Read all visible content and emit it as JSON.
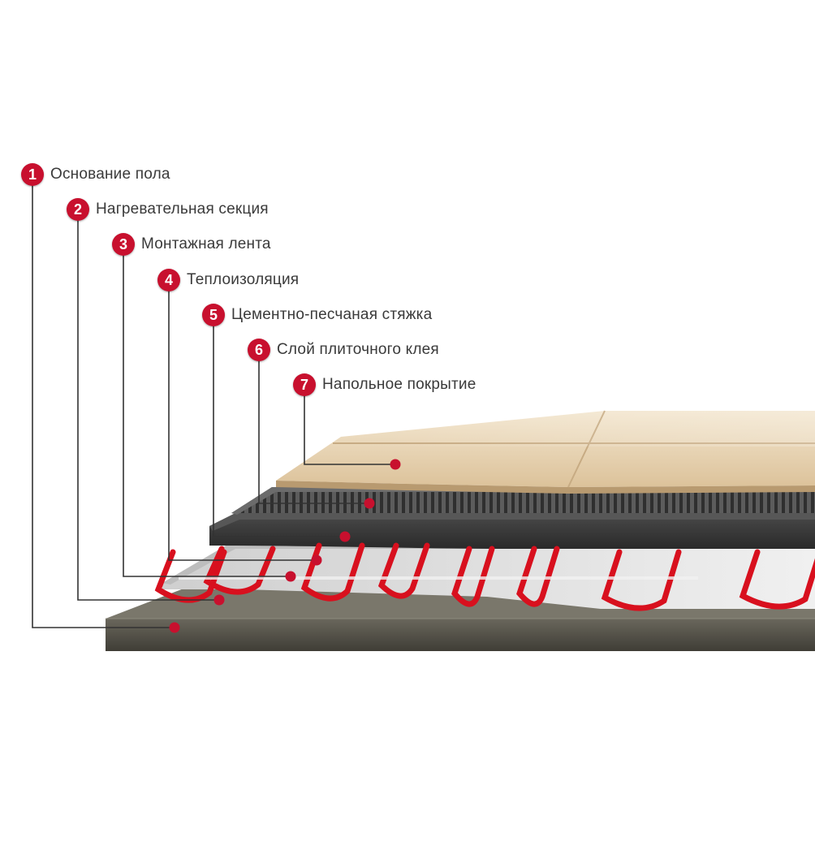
{
  "colors": {
    "accent": "#c8102e",
    "label_text": "#3a3a3a",
    "leader_line": "#333333",
    "tile": "#e2caa2",
    "adhesive": "#555555",
    "screed": "#3c3c3c",
    "insulation": "#d9d9d9",
    "cable": "#d8101e",
    "base": "#4f4d44"
  },
  "layers": [
    {
      "number": "1",
      "label": "Основание пола"
    },
    {
      "number": "2",
      "label": "Нагревательная секция"
    },
    {
      "number": "3",
      "label": "Монтажная лента"
    },
    {
      "number": "4",
      "label": "Теплоизоляция"
    },
    {
      "number": "5",
      "label": "Цементно-песчаная стяжка"
    },
    {
      "number": "6",
      "label": "Слой плиточного клея"
    },
    {
      "number": "7",
      "label": "Напольное покрытие"
    }
  ]
}
